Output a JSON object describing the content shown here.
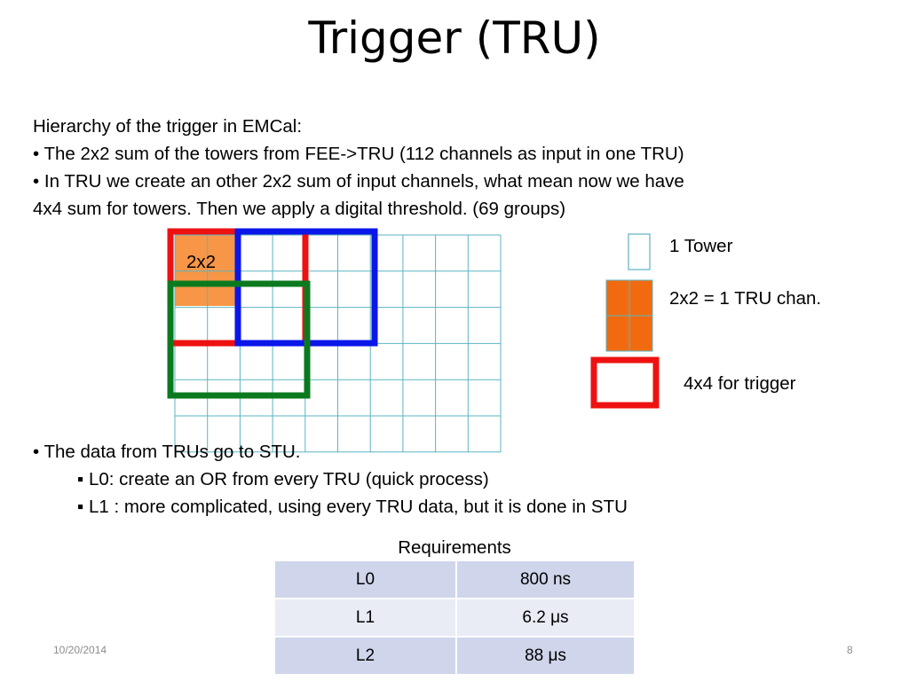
{
  "title": "Trigger (TRU)",
  "intro": {
    "line1": "Hierarchy of the trigger in EMCal:",
    "line2": "• The 2x2 sum of the towers from FEE->TRU (112 channels as input in one TRU)",
    "line3": "• In TRU we create an other 2x2 sum of input channels, what mean now we have",
    "line4": "4x4 sum for towers. Then we apply a digital threshold. (69 groups)"
  },
  "diagram": {
    "grid_label": "2x2",
    "legend_tower": "1 Tower",
    "legend_2x2": "2x2  = 1 TRU chan.",
    "legend_4x4": "4x4  for trigger",
    "colors": {
      "grid": "#5bb5c2",
      "fill_2x2": "#f79646",
      "legend_fill": "#f26a0f",
      "red": "#ee1111",
      "blue": "#0a17e8",
      "green": "#0b7a1f"
    }
  },
  "stu": {
    "line1": "• The data from TRUs go to STU.",
    "line2": "▪ L0: create an OR from every TRU (quick process)",
    "line3": "▪ L1 : more complicated, using every TRU data, but it is done in STU"
  },
  "requirements": {
    "title": "Requirements",
    "rows": [
      {
        "level": "L0",
        "time": "800 ns"
      },
      {
        "level": "L1",
        "time": "6.2 μs"
      },
      {
        "level": "L2",
        "time": "88 μs"
      }
    ]
  },
  "footer": {
    "date": "10/20/2014",
    "page": "8"
  }
}
